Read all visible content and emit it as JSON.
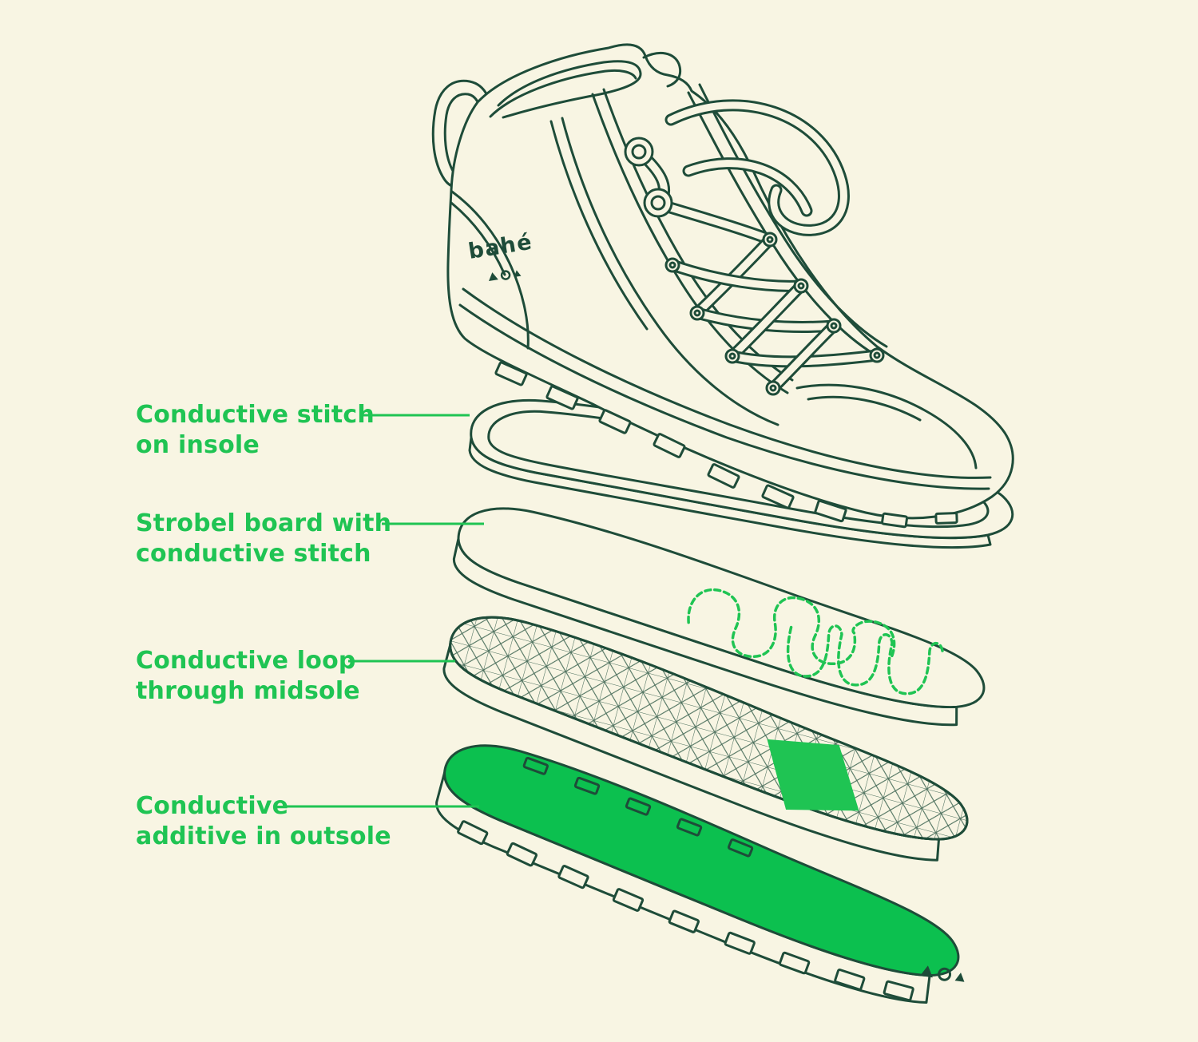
{
  "diagram": {
    "type": "exploded-shoe-layers",
    "brand": {
      "name": "bahé"
    },
    "colors": {
      "background": "#f8f5e3",
      "outline": "#1e4c39",
      "accent": "#1fc453",
      "outsole": "#0cc04f"
    },
    "labels": [
      {
        "id": "insole-stitch",
        "line1": "Conductive stitch",
        "line2": "on insole"
      },
      {
        "id": "strobel-board",
        "line1": "Strobel board with",
        "line2": "conductive stitch"
      },
      {
        "id": "midsole-loop",
        "line1": "Conductive loop",
        "line2": "through midsole"
      },
      {
        "id": "outsole-additive",
        "line1": "Conductive",
        "line2": "additive in outsole"
      }
    ]
  }
}
